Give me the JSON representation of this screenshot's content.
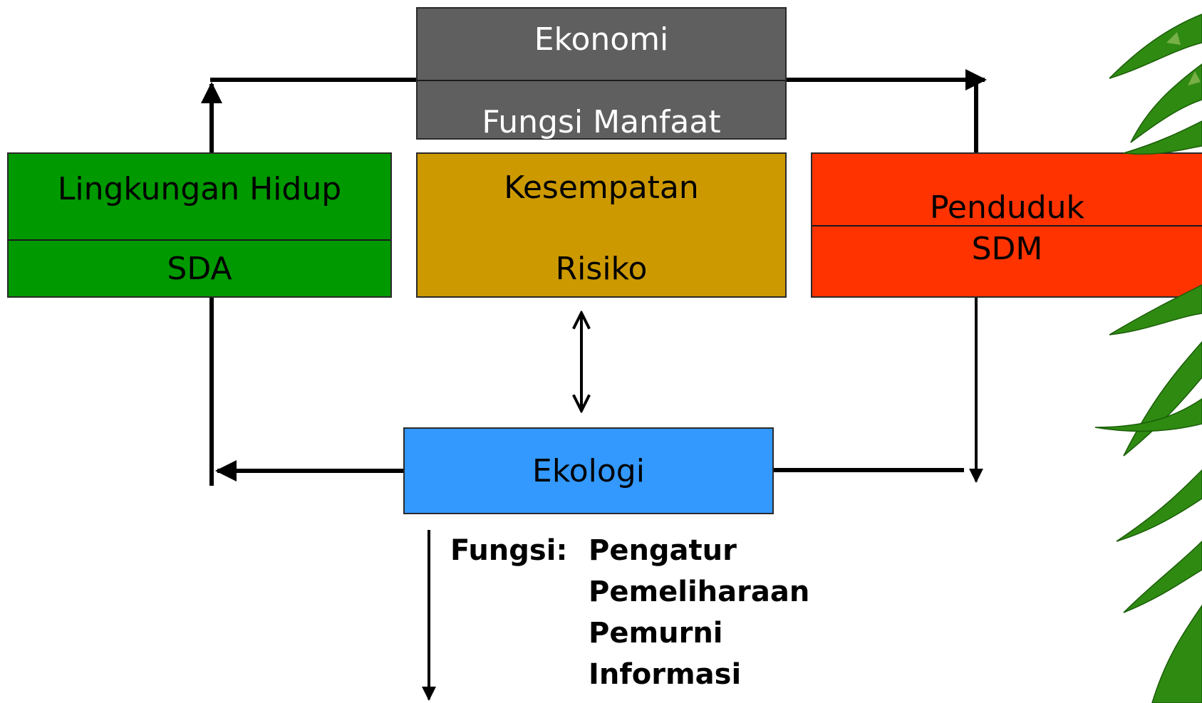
{
  "ekonomi": {
    "title": "Ekonomi",
    "subtitle": "Fungsi Manfaat",
    "color": "#5f5f5f"
  },
  "lingkungan": {
    "title": "Lingkungan Hidup",
    "subtitle": "SDA",
    "color": "#009900"
  },
  "kesempatan": {
    "title": "Kesempatan",
    "subtitle": "Risiko",
    "color": "#cc9900"
  },
  "penduduk": {
    "title": "Penduduk",
    "subtitle": "SDM",
    "color": "#ff3300"
  },
  "ekologi": {
    "title": "Ekologi",
    "color": "#3399ff"
  },
  "fungsi": {
    "heading": "Fungsi:",
    "items": [
      "Pengatur",
      "Pemeliharaan",
      "Pemurni",
      "Informasi"
    ]
  }
}
